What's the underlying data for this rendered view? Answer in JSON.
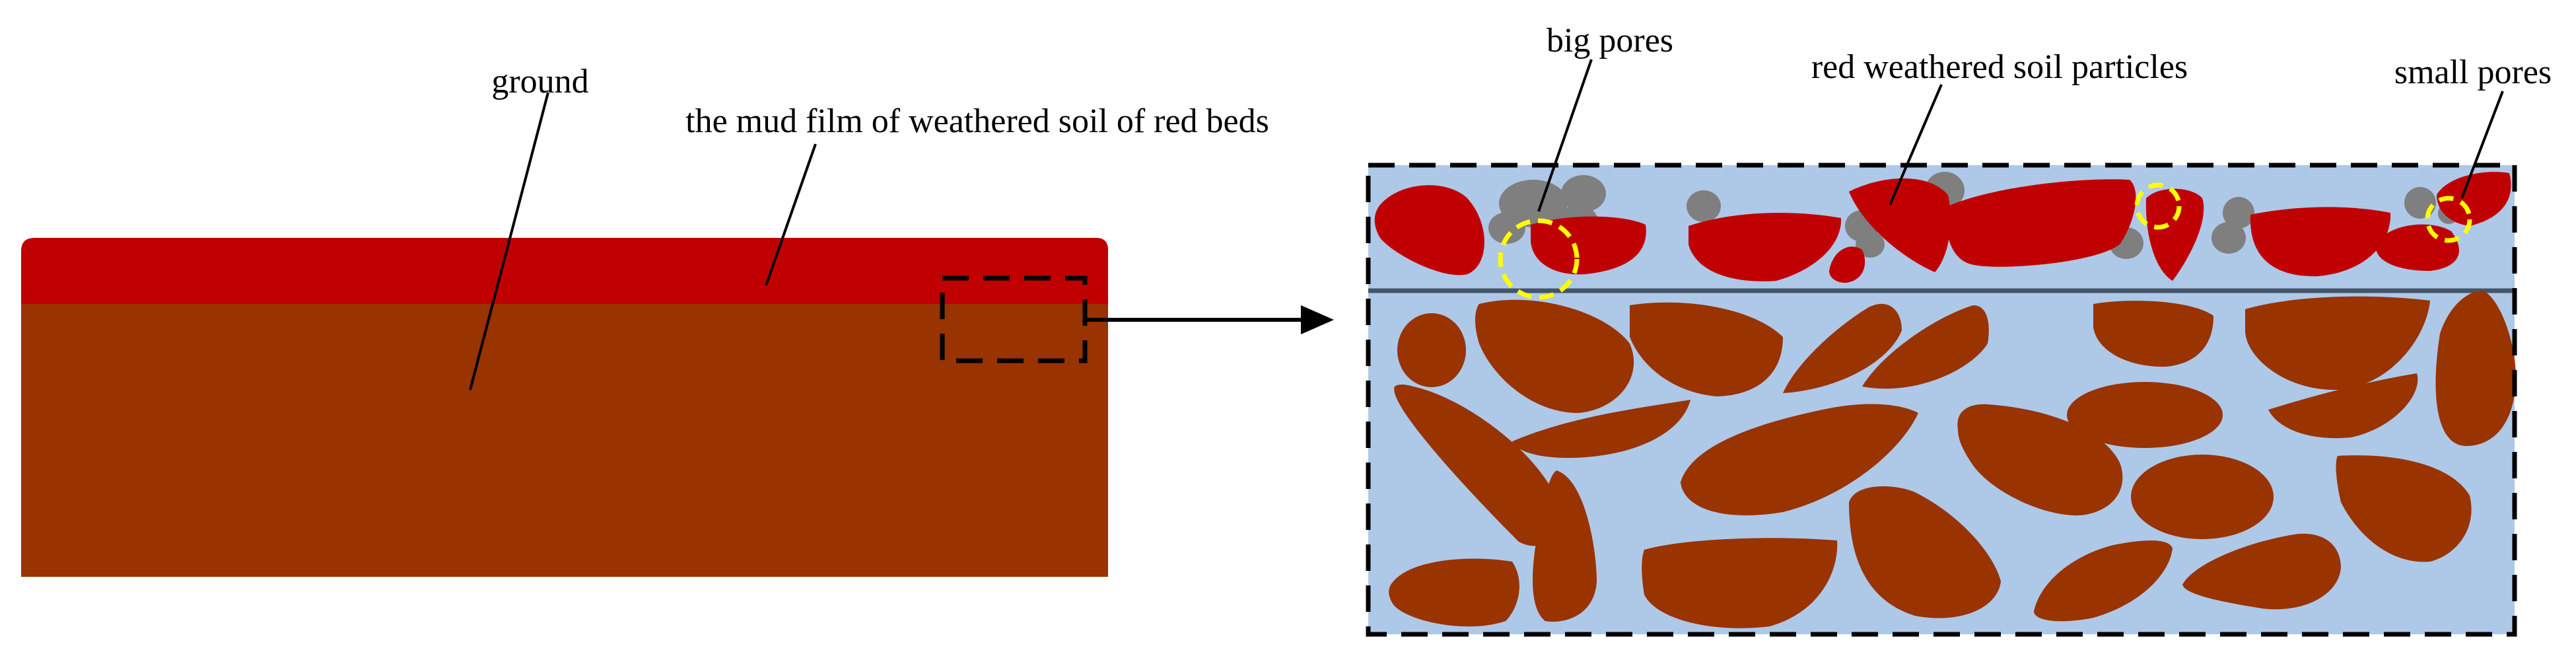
{
  "labels": {
    "ground": "ground",
    "mud_film": "the mud film of weathered soil of red beds",
    "big_pores": "big pores",
    "red_particles": "red weathered soil particles",
    "small_pores": "small pores"
  },
  "colors": {
    "mud_film_red": "#c00000",
    "ground_brown": "#993300",
    "pore_water_blue": "#aec8e8",
    "pore_gray": "#7f7f7f",
    "pore_highlight_yellow": "#ffff00",
    "interface_line": "#44546a",
    "outline_black": "#000000"
  }
}
